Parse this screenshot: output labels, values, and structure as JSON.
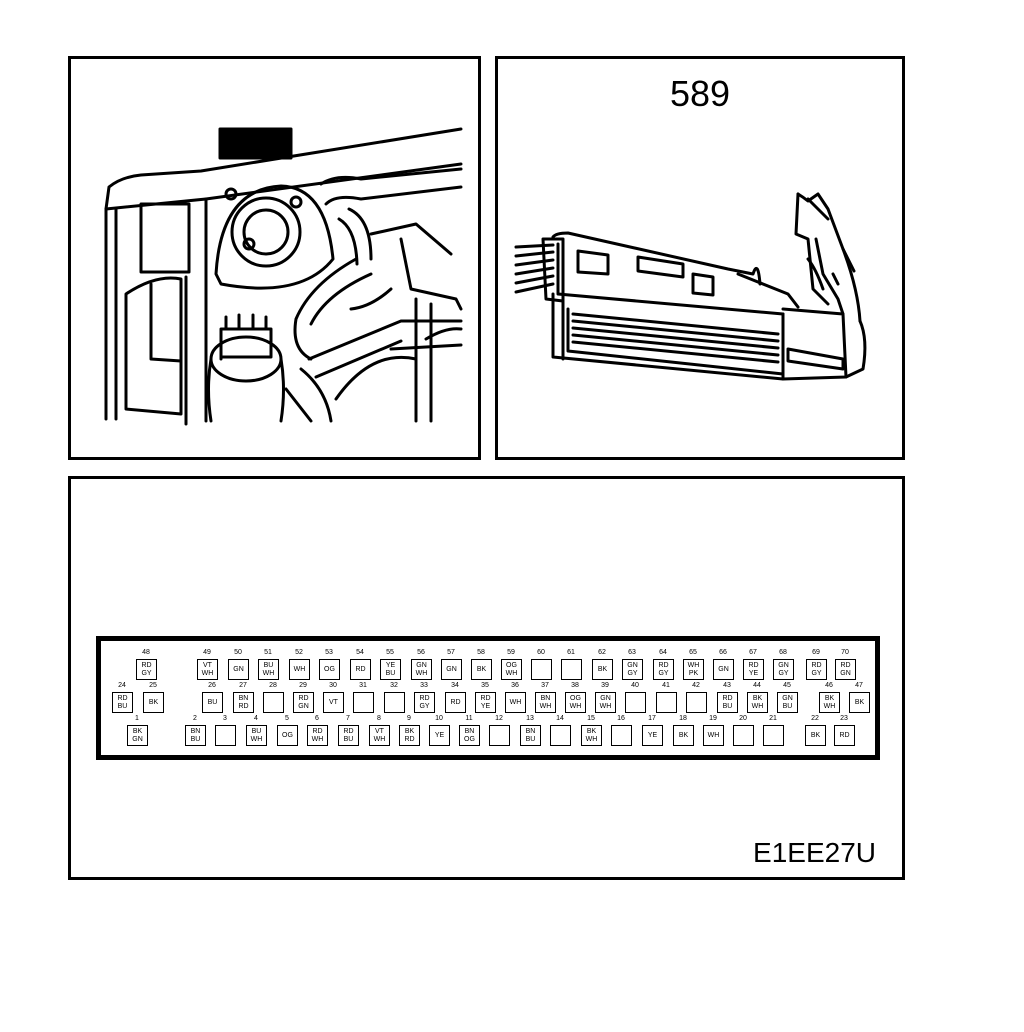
{
  "connector": {
    "number": "589"
  },
  "figure": {
    "code": "E1EE27U"
  },
  "pins": {
    "row1": [
      {
        "n": "48",
        "c": [
          "RD",
          "GY"
        ]
      },
      {
        "n": "49",
        "c": [
          "VT",
          "WH"
        ]
      },
      {
        "n": "50",
        "c": [
          "GN"
        ]
      },
      {
        "n": "51",
        "c": [
          "BU",
          "WH"
        ]
      },
      {
        "n": "52",
        "c": [
          "WH"
        ]
      },
      {
        "n": "53",
        "c": [
          "OG"
        ]
      },
      {
        "n": "54",
        "c": [
          "RD"
        ]
      },
      {
        "n": "55",
        "c": [
          "YE",
          "BU"
        ]
      },
      {
        "n": "56",
        "c": [
          "GN",
          "WH"
        ]
      },
      {
        "n": "57",
        "c": [
          "GN"
        ]
      },
      {
        "n": "58",
        "c": [
          "BK"
        ]
      },
      {
        "n": "59",
        "c": [
          "OG",
          "WH"
        ]
      },
      {
        "n": "60",
        "c": []
      },
      {
        "n": "61",
        "c": []
      },
      {
        "n": "62",
        "c": [
          "BK"
        ]
      },
      {
        "n": "63",
        "c": [
          "GN",
          "GY"
        ]
      },
      {
        "n": "64",
        "c": [
          "RD",
          "GY"
        ]
      },
      {
        "n": "65",
        "c": [
          "WH",
          "PK"
        ]
      },
      {
        "n": "66",
        "c": [
          "GN"
        ]
      },
      {
        "n": "67",
        "c": [
          "RD",
          "YE"
        ]
      },
      {
        "n": "68",
        "c": [
          "GN",
          "GY"
        ]
      },
      {
        "n": "69",
        "c": [
          "RD",
          "GY"
        ]
      },
      {
        "n": "70",
        "c": [
          "RD",
          "GN"
        ]
      }
    ],
    "row2": [
      {
        "n": "24",
        "c": [
          "RD",
          "BU"
        ]
      },
      {
        "n": "25",
        "c": [
          "BK"
        ]
      },
      {
        "n": "26",
        "c": [
          "BU"
        ]
      },
      {
        "n": "27",
        "c": [
          "BN",
          "RD"
        ]
      },
      {
        "n": "28",
        "c": []
      },
      {
        "n": "29",
        "c": [
          "RD",
          "GN"
        ]
      },
      {
        "n": "30",
        "c": [
          "VT"
        ]
      },
      {
        "n": "31",
        "c": []
      },
      {
        "n": "32",
        "c": []
      },
      {
        "n": "33",
        "c": [
          "RD",
          "GY"
        ]
      },
      {
        "n": "34",
        "c": [
          "RD"
        ]
      },
      {
        "n": "35",
        "c": [
          "RD",
          "YE"
        ]
      },
      {
        "n": "36",
        "c": [
          "WH"
        ]
      },
      {
        "n": "37",
        "c": [
          "BN",
          "WH"
        ]
      },
      {
        "n": "38",
        "c": [
          "OG",
          "WH"
        ]
      },
      {
        "n": "39",
        "c": [
          "GN",
          "WH"
        ]
      },
      {
        "n": "40",
        "c": []
      },
      {
        "n": "41",
        "c": []
      },
      {
        "n": "42",
        "c": []
      },
      {
        "n": "43",
        "c": [
          "RD",
          "BU"
        ]
      },
      {
        "n": "44",
        "c": [
          "BK",
          "WH"
        ]
      },
      {
        "n": "45",
        "c": [
          "GN",
          "BU"
        ]
      },
      {
        "n": "46",
        "c": [
          "BK",
          "WH"
        ]
      },
      {
        "n": "47",
        "c": [
          "BK"
        ]
      }
    ],
    "row3": [
      {
        "n": "1",
        "c": [
          "BK",
          "GN"
        ]
      },
      {
        "n": "2",
        "c": [
          "BN",
          "BU"
        ]
      },
      {
        "n": "3",
        "c": []
      },
      {
        "n": "4",
        "c": [
          "BU",
          "WH"
        ]
      },
      {
        "n": "5",
        "c": [
          "OG"
        ]
      },
      {
        "n": "6",
        "c": [
          "RD",
          "WH"
        ]
      },
      {
        "n": "7",
        "c": [
          "RD",
          "BU"
        ]
      },
      {
        "n": "8",
        "c": [
          "VT",
          "WH"
        ]
      },
      {
        "n": "9",
        "c": [
          "BK",
          "RD"
        ]
      },
      {
        "n": "10",
        "c": [
          "YE"
        ]
      },
      {
        "n": "11",
        "c": [
          "BN",
          "OG"
        ]
      },
      {
        "n": "12",
        "c": []
      },
      {
        "n": "13",
        "c": [
          "BN",
          "BU"
        ]
      },
      {
        "n": "14",
        "c": []
      },
      {
        "n": "15",
        "c": [
          "BK",
          "WH"
        ]
      },
      {
        "n": "16",
        "c": []
      },
      {
        "n": "17",
        "c": [
          "YE"
        ]
      },
      {
        "n": "18",
        "c": [
          "BK"
        ]
      },
      {
        "n": "19",
        "c": [
          "WH"
        ]
      },
      {
        "n": "20",
        "c": []
      },
      {
        "n": "21",
        "c": []
      },
      {
        "n": "22",
        "c": [
          "BK"
        ]
      },
      {
        "n": "23",
        "c": [
          "RD"
        ]
      }
    ]
  }
}
